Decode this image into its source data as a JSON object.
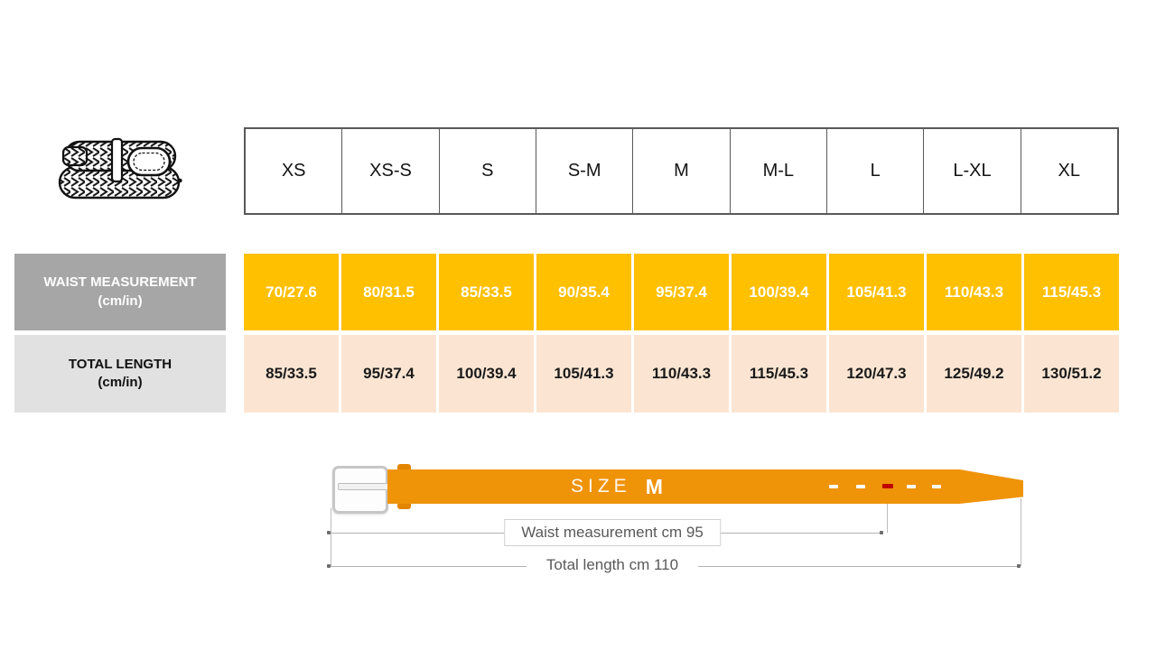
{
  "size_chart": {
    "sizes": [
      "XS",
      "XS-S",
      "S",
      "S-M",
      "M",
      "M-L",
      "L",
      "L-XL",
      "XL"
    ],
    "rows": [
      {
        "label": "WAIST MEASUREMENT",
        "unit": "(cm/in)",
        "values": [
          "70/27.6",
          "80/31.5",
          "85/33.5",
          "90/35.4",
          "95/37.4",
          "100/39.4",
          "105/41.3",
          "110/43.3",
          "115/45.3"
        ]
      },
      {
        "label": "TOTAL LENGTH",
        "unit": "(cm/in)",
        "values": [
          "85/33.5",
          "95/37.4",
          "100/39.4",
          "105/41.3",
          "110/43.3",
          "115/45.3",
          "120/47.3",
          "125/49.2",
          "130/51.2"
        ]
      }
    ]
  },
  "diagram": {
    "size_label": "SIZE",
    "size_value": "M",
    "waist_caption": "Waist measurement cm 95",
    "length_caption": "Total length cm 110"
  },
  "colors": {
    "waist_row_bg": "#ffc000",
    "length_row_bg": "#fbe5d2",
    "waist_label_bg": "#a6a6a6",
    "length_label_bg": "#e1e1e1",
    "belt_orange": "#ef9309",
    "keeper_orange": "#e28500",
    "marker_red": "#c00000",
    "table_border": "#595959"
  }
}
